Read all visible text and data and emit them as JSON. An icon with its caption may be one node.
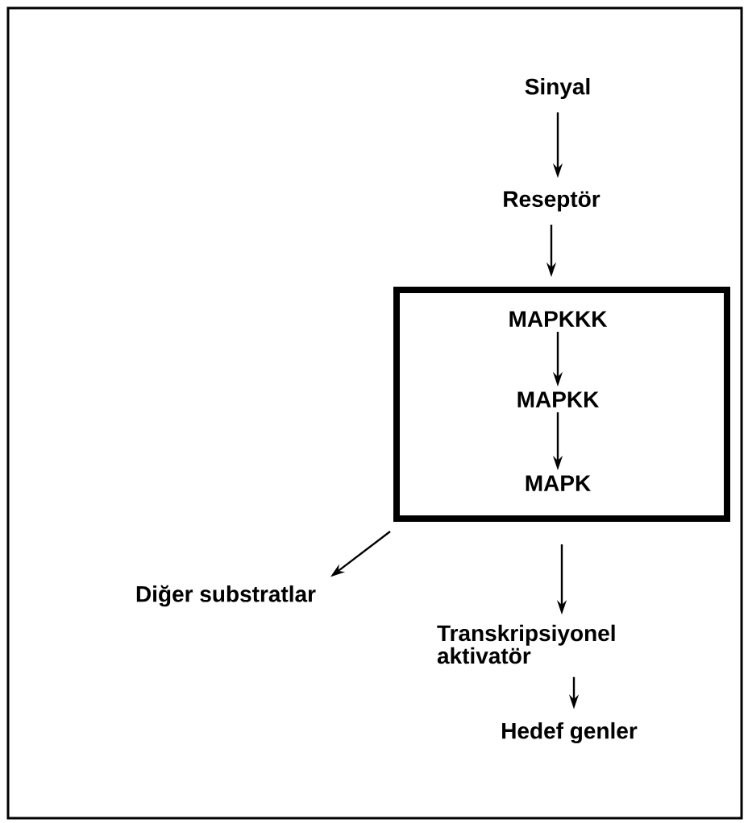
{
  "diagram": {
    "nodes": [
      {
        "text": [
          "Sinyal"
        ]
      },
      {
        "text": [
          "Reseptör"
        ]
      },
      {
        "text": [],
        "shape": "box"
      },
      {
        "text": [
          "MAPKKK"
        ],
        "in": 2
      },
      {
        "text": [
          "MAPKK"
        ],
        "in": 2
      },
      {
        "text": [
          "MAPK"
        ],
        "in": 2
      },
      {
        "text": [
          "Diğer substratlar"
        ]
      },
      {
        "text": [
          "Transkripsiyonel aktivatör"
        ]
      },
      {
        "text": [
          "Hedef genler"
        ]
      }
    ],
    "edges": [
      {
        "from": 0,
        "to": 1,
        "arrow": "to"
      },
      {
        "from": 1,
        "to": 2,
        "arrow": "to"
      },
      {
        "from": 3,
        "to": 4,
        "arrow": "to"
      },
      {
        "from": 4,
        "to": 5,
        "arrow": "to"
      },
      {
        "from": 2,
        "to": 6,
        "arrow": "to"
      },
      {
        "from": 2,
        "to": 7,
        "arrow": "to"
      },
      {
        "from": 7,
        "to": 8,
        "arrow": "to"
      }
    ]
  }
}
